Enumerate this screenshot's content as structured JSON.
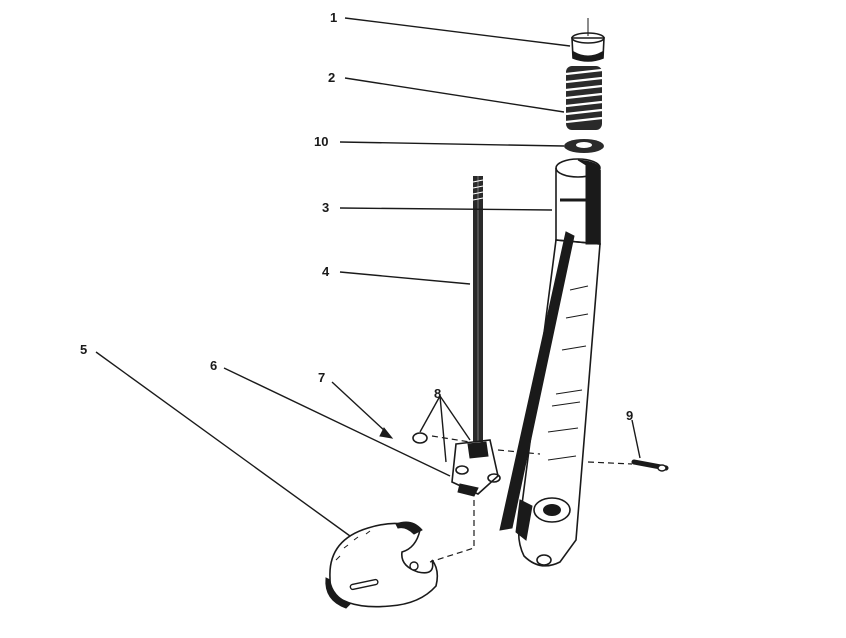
{
  "callouts": [
    {
      "id": "1"
    },
    {
      "id": "2"
    },
    {
      "id": "10"
    },
    {
      "id": "3"
    },
    {
      "id": "4"
    },
    {
      "id": "5"
    },
    {
      "id": "6"
    },
    {
      "id": "7"
    },
    {
      "id": "8"
    },
    {
      "id": "9"
    }
  ]
}
